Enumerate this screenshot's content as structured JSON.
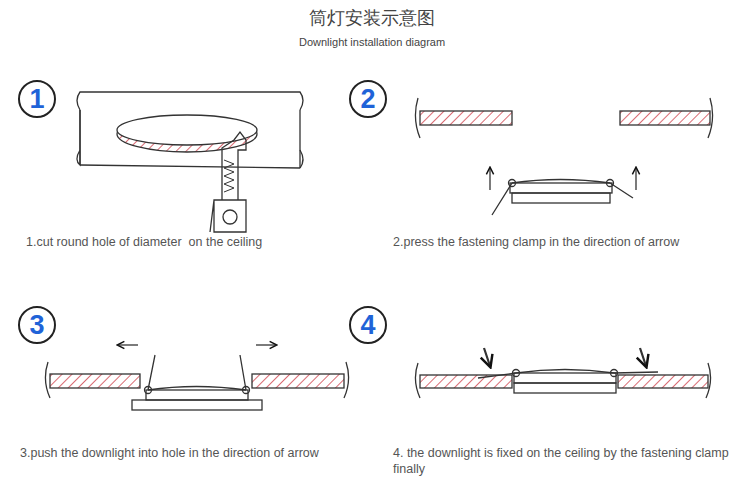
{
  "diagram": {
    "title": "筒灯安装示意图",
    "nodes": [
      {
        "text": [
          "1"
        ]
      },
      {
        "text": [
          "2"
        ]
      },
      {
        "text": [
          "3"
        ]
      },
      {
        "text": [
          "4"
        ]
      }
    ],
    "labels": [
      "Downlight installation diagram",
      "1.cut round hole of diameter  on the ceiling",
      "2.press the fastening clamp in the direction of arrow",
      "3.push the downlight into hole in the direction of arrow",
      "4. the downlight is fixed on the ceiling by the fastening clamp finally"
    ]
  }
}
